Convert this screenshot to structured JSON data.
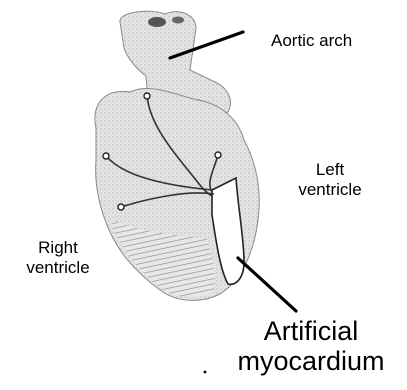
{
  "labels": {
    "aortic_arch": "Aortic arch",
    "left_ventricle_1": "Left",
    "left_ventricle_2": "ventricle",
    "right_ventricle_1": "Right",
    "right_ventricle_2": "ventricle",
    "artificial_1": "Artificial",
    "artificial_2": "myocardium"
  }
}
